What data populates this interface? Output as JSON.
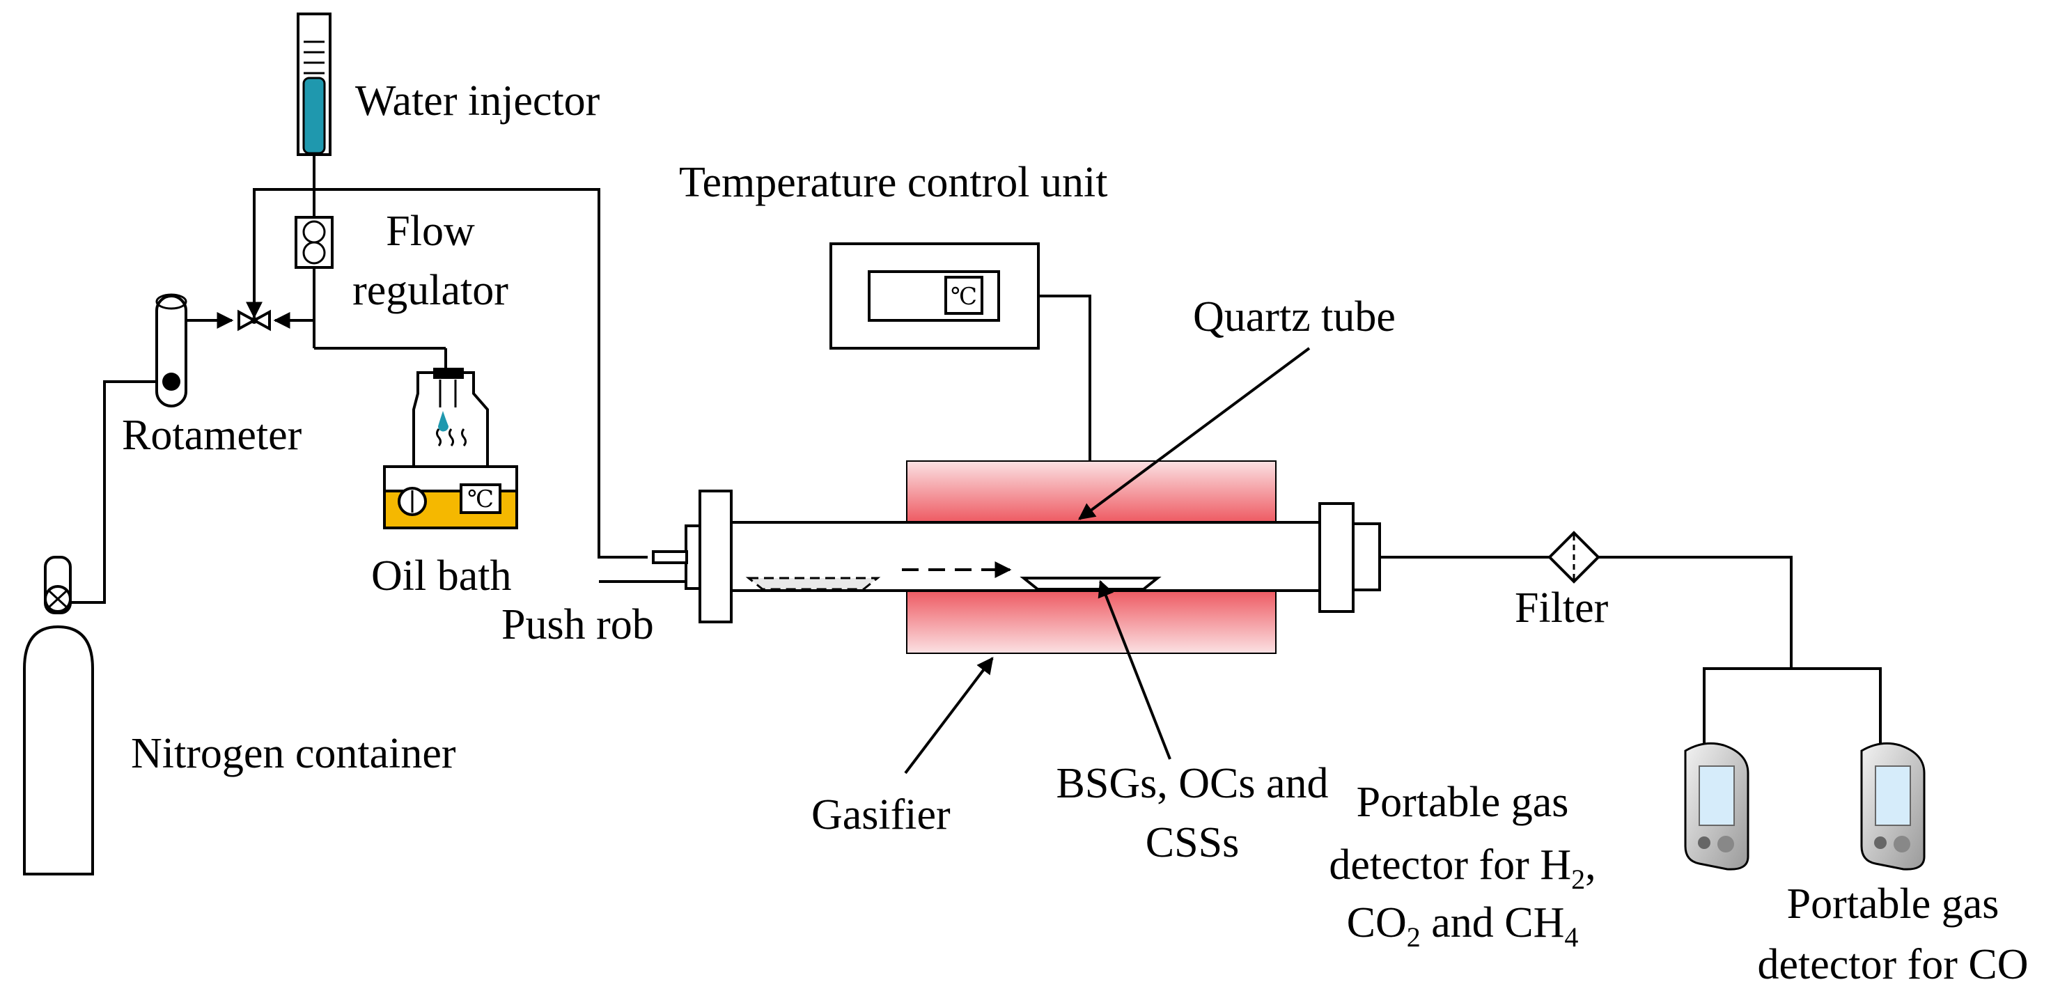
{
  "labels": {
    "water_injector": "Water injector",
    "flow_regulator_line1": "Flow",
    "flow_regulator_line2": "regulator",
    "rotameter": "Rotameter",
    "oil_bath": "Oil bath",
    "push_rob": "Push rob",
    "nitrogen_container": "Nitrogen container",
    "temperature_control_unit": "Temperature control unit",
    "quartz_tube": "Quartz tube",
    "gasifier": "Gasifier",
    "samples_line1": "BSGs, OCs and",
    "samples_line2": "CSSs",
    "filter": "Filter",
    "detector1_line1": "Portable gas",
    "detector1_line2_a": "detector for H",
    "detector1_line2_sub": "2",
    "detector1_line2_b": ",",
    "detector1_line3_a": "CO",
    "detector1_line3_sub1": "2",
    "detector1_line3_b": " and CH",
    "detector1_line3_sub2": "4",
    "detector2_line1": "Portable gas",
    "detector2_line2": "detector for CO",
    "degree_symbol": "℃"
  },
  "colors": {
    "furnace": "#ee5a62",
    "furnace_light": "#fbe1e3",
    "injector_fluid": "#1f98ae",
    "oil": "#f5b800",
    "water_drop": "#1f98ae"
  }
}
